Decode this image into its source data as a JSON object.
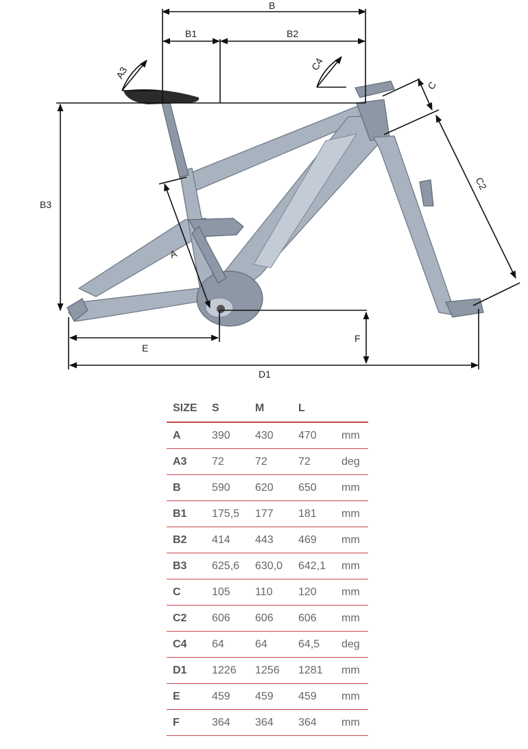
{
  "diagram": {
    "labels": {
      "B": "B",
      "B1": "B1",
      "B2": "B2",
      "B3": "B3",
      "A": "A",
      "A3": "A3",
      "C": "C",
      "C2": "C2",
      "C4": "C4",
      "D1": "D1",
      "E": "E",
      "F": "F"
    }
  },
  "table": {
    "headers": [
      "SIZE",
      "S",
      "M",
      "L",
      ""
    ],
    "rows": [
      [
        "A",
        "390",
        "430",
        "470",
        "mm"
      ],
      [
        "A3",
        "72",
        "72",
        "72",
        "deg"
      ],
      [
        "B",
        "590",
        "620",
        "650",
        "mm"
      ],
      [
        "B1",
        "175,5",
        "177",
        "181",
        "mm"
      ],
      [
        "B2",
        "414",
        "443",
        "469",
        "mm"
      ],
      [
        "B3",
        "625,6",
        "630,0",
        "642,1",
        "mm"
      ],
      [
        "C",
        "105",
        "110",
        "120",
        "mm"
      ],
      [
        "C2",
        "606",
        "606",
        "606",
        "mm"
      ],
      [
        "C4",
        "64",
        "64",
        "64,5",
        "deg"
      ],
      [
        "D1",
        "1226",
        "1256",
        "1281",
        "mm"
      ],
      [
        "E",
        "459",
        "459",
        "459",
        "mm"
      ],
      [
        "F",
        "364",
        "364",
        "364",
        "mm"
      ]
    ]
  },
  "colors": {
    "rule": "#c9474a",
    "frame": "#a9b3c0"
  }
}
